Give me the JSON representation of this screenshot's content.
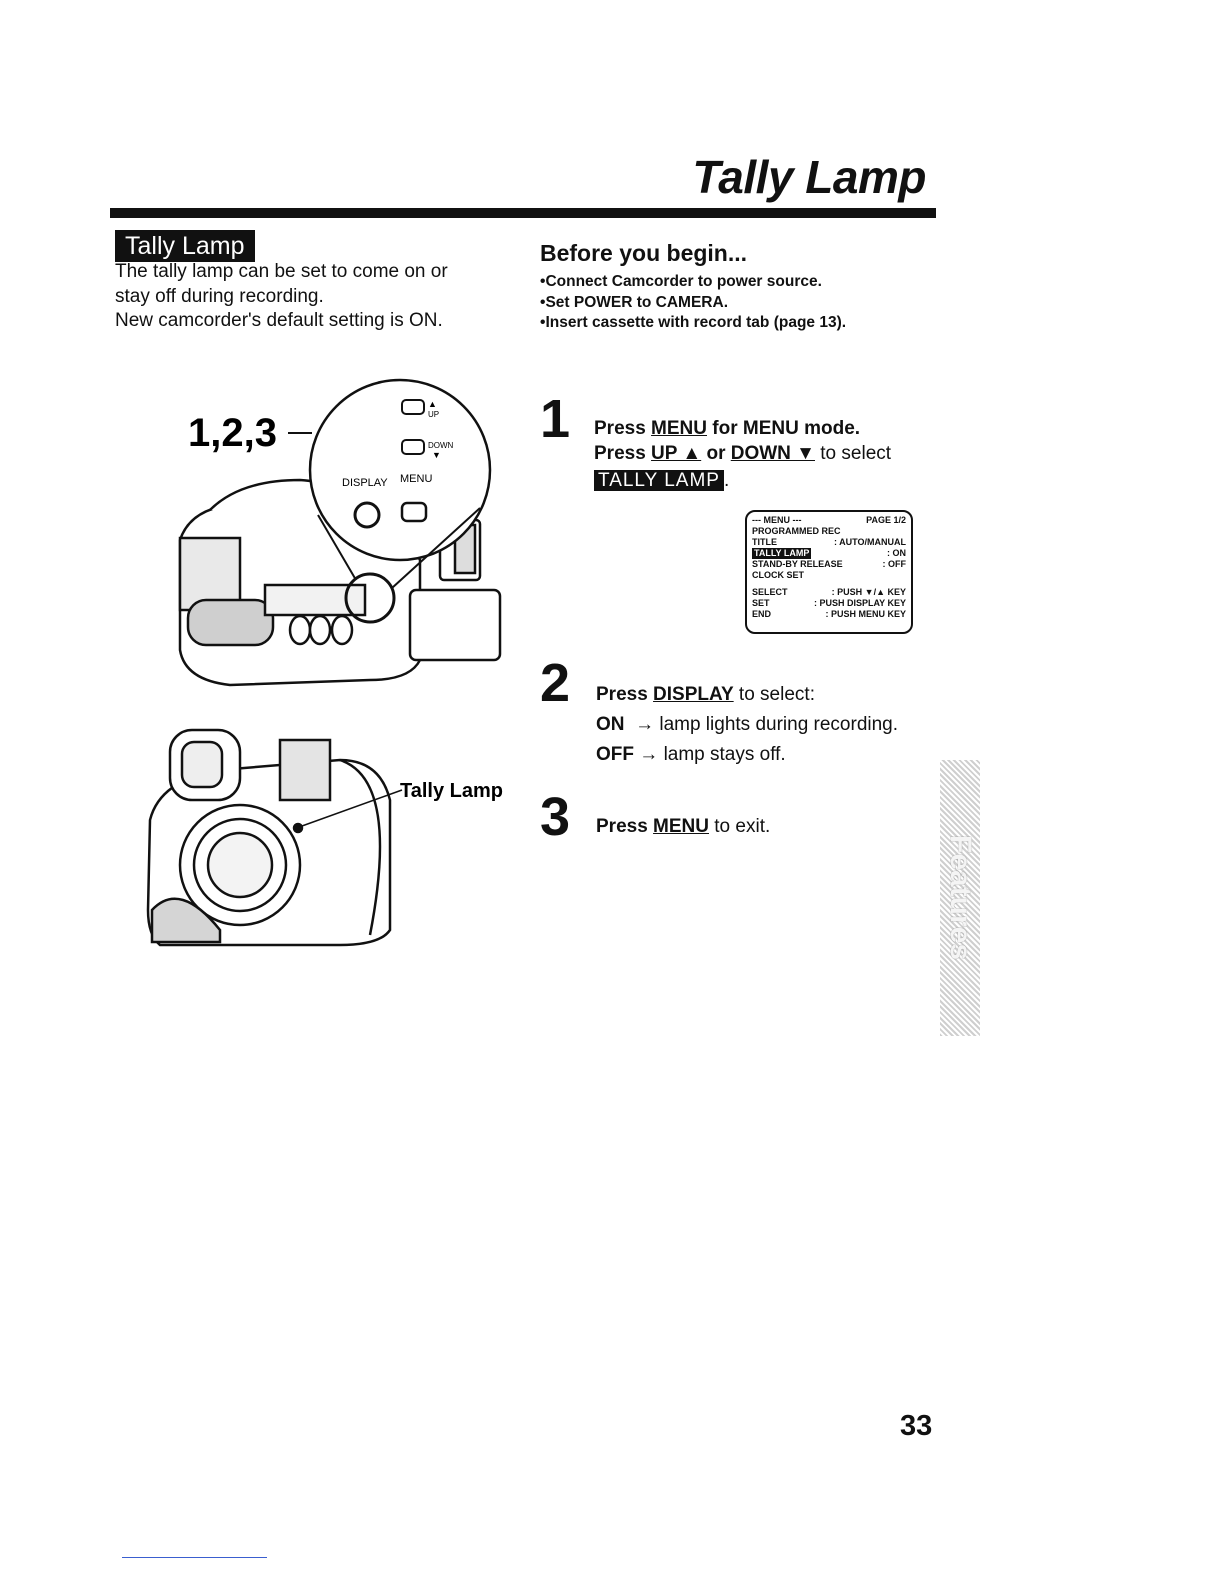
{
  "header": {
    "title": "Tally Lamp"
  },
  "section": {
    "badge": "Tally Lamp",
    "intro": [
      "The tally lamp can be set to come on or",
      "stay off during recording.",
      "New camcorder's default setting is ON."
    ]
  },
  "before": {
    "heading": "Before you begin...",
    "items": [
      "Connect Camcorder to power source.",
      "Set POWER to CAMERA.",
      "Insert cassette with record tab (page 13)."
    ]
  },
  "illustration": {
    "callout_steps": "1,2,3",
    "button_up": "UP",
    "button_down": "DOWN",
    "button_display": "DISPLAY",
    "button_menu": "MENU",
    "tally_label": "Tally Lamp"
  },
  "steps": {
    "s1": {
      "num": "1",
      "l1_a": "Press ",
      "l1_key": "MENU",
      "l1_b": " for MENU mode.",
      "l2_a": "Press ",
      "l2_up": "UP ▲",
      "l2_or": " or ",
      "l2_down": "DOWN ▼",
      "l2_b": " to select",
      "l3_hl": "TALLY LAMP",
      "l3_end": "."
    },
    "s2": {
      "num": "2",
      "l1_a": "Press ",
      "l1_key": "DISPLAY",
      "l1_b": " to select:",
      "on_key": "ON",
      "on_arrow": "→",
      "on_text": "lamp lights during recording.",
      "off_key": "OFF",
      "off_arrow": "→",
      "off_text": "lamp stays off."
    },
    "s3": {
      "num": "3",
      "l1_a": "Press ",
      "l1_key": "MENU",
      "l1_b": " to exit."
    }
  },
  "menu_screen": {
    "head_left": "--- MENU ---",
    "head_right": "PAGE 1/2",
    "r1": "PROGRAMMED REC",
    "r2_l": "TITLE",
    "r2_r": ": AUTO/MANUAL",
    "r3_l": "TALLY LAMP",
    "r3_r": ": ON",
    "r4_l": "STAND-BY RELEASE",
    "r4_r": ": OFF",
    "r5": "CLOCK SET",
    "f1_l": "SELECT",
    "f1_r": ": PUSH ▼/▲ KEY",
    "f2_l": "SET",
    "f2_r": ": PUSH DISPLAY KEY",
    "f3_l": "END",
    "f3_r": ": PUSH MENU KEY"
  },
  "side_tab": {
    "text": "Features"
  },
  "footer": {
    "page_number": "33"
  }
}
